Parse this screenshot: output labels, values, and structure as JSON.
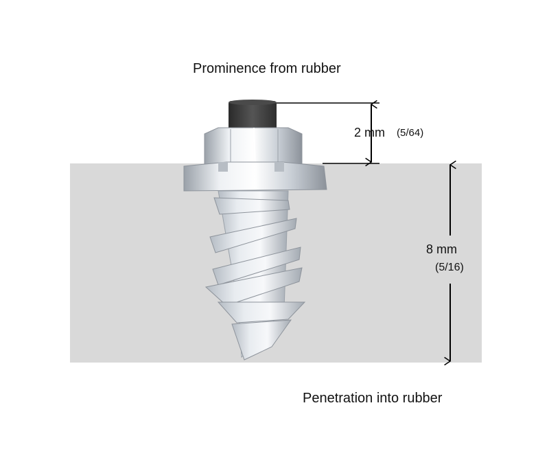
{
  "labels": {
    "prominence": "Prominence from rubber",
    "penetration": "Penetration into rubber"
  },
  "dimensions": {
    "prominence": {
      "metric": "2 mm",
      "imperial": "(5/64)"
    },
    "penetration": {
      "metric": "8 mm",
      "imperial": "(5/16)"
    }
  },
  "colors": {
    "rubber": "#d9d9d9",
    "steel_light": "#f2f4f6",
    "steel_mid": "#c6ccd3",
    "steel_dark": "#8d939b",
    "carbide_tip": "#3a3a3a",
    "dimension_line": "#000000"
  },
  "icons": [
    "tire-stud",
    "double-arrow"
  ]
}
